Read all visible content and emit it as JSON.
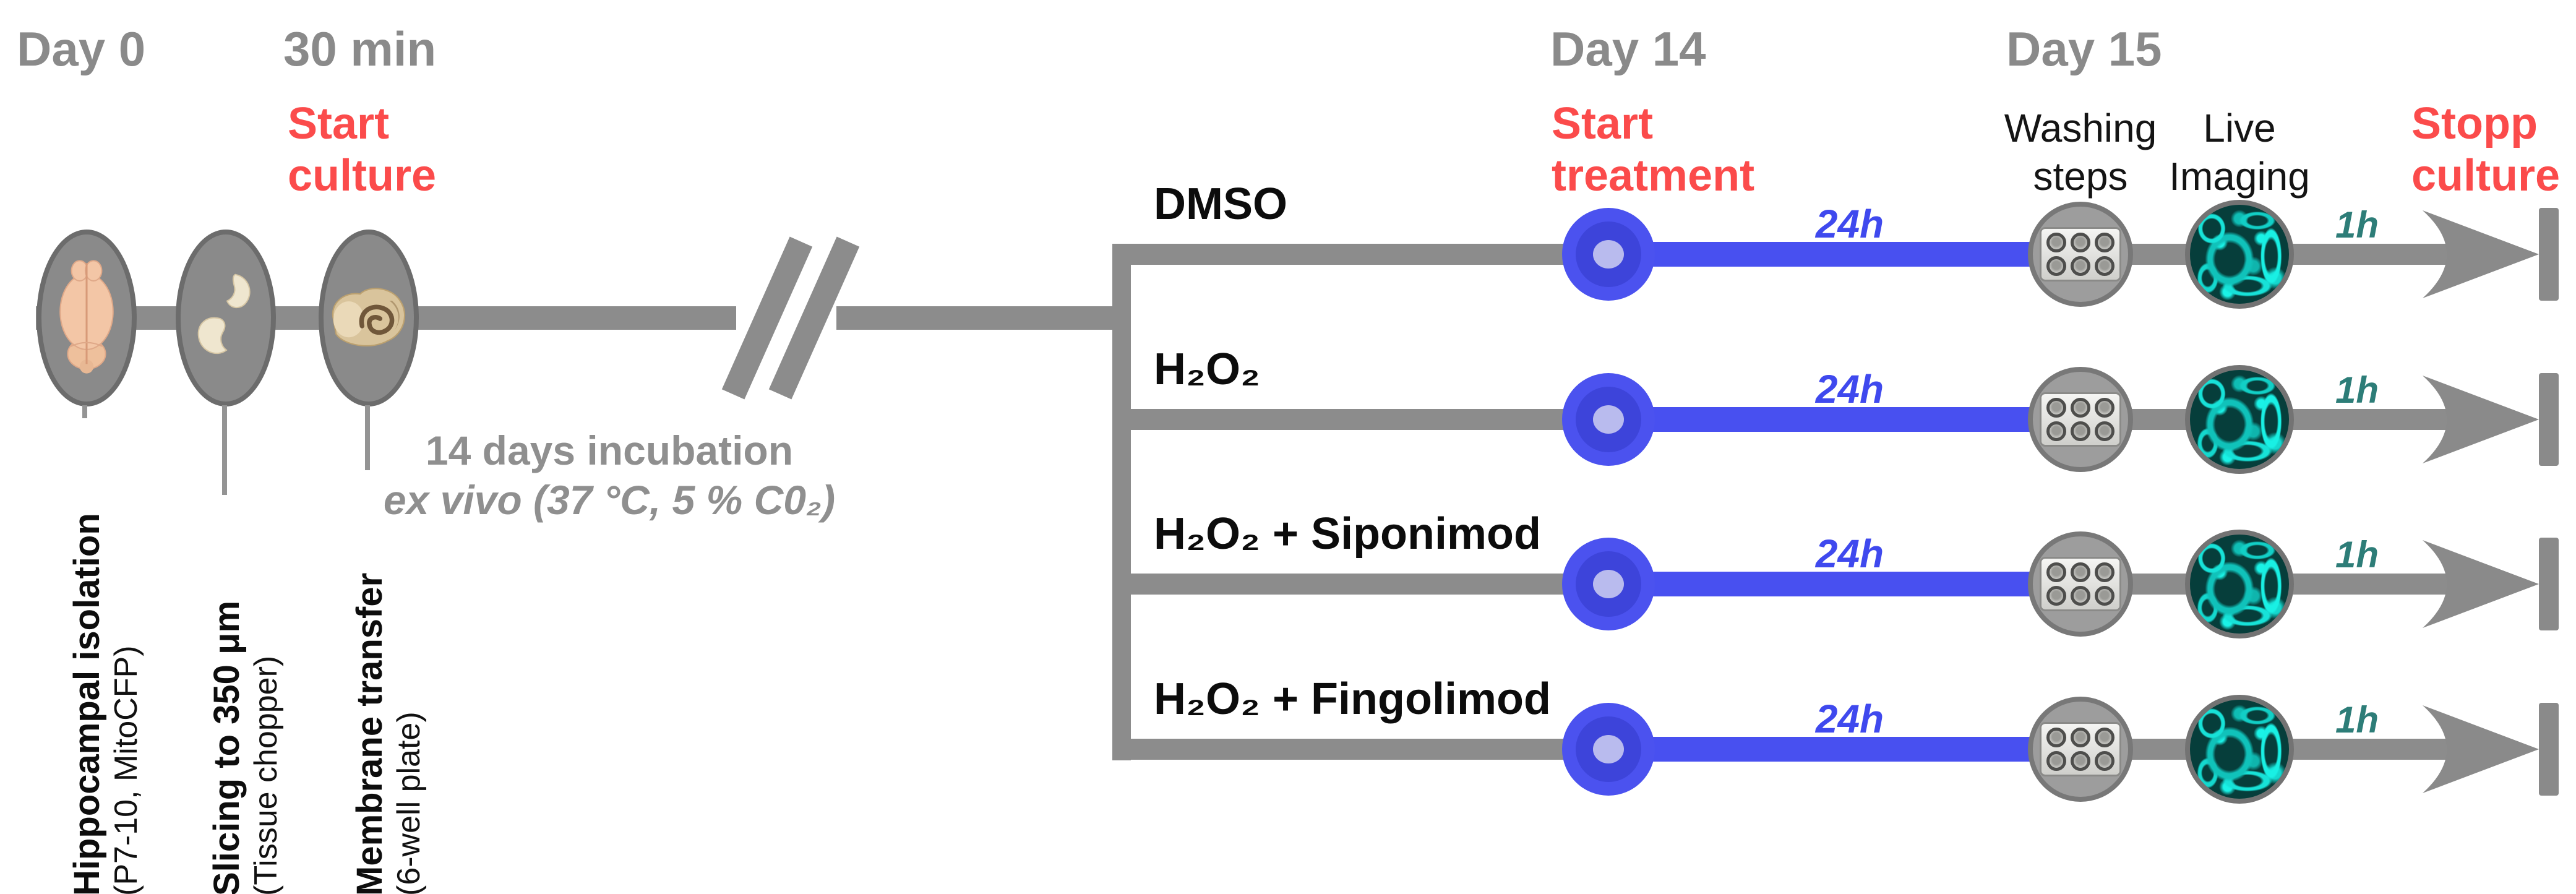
{
  "timeline": {
    "day0": "Day 0",
    "prep_duration": "30 min",
    "day14": "Day 14",
    "day15": "Day 15"
  },
  "milestones": {
    "start_culture": "Start\nculture",
    "start_treatment": "Start\ntreatment",
    "stopp_culture": "Stopp\nculture"
  },
  "day15_steps": {
    "washing": "Washing\nsteps",
    "imaging": "Live\nImaging"
  },
  "incubation": {
    "line1": "14 days incubation",
    "line2": "ex vivo (37 °C, 5 % C0₂)"
  },
  "prep_steps": [
    {
      "title": "Hippocampal isolation",
      "detail": "(P7-10, MitoCFP)"
    },
    {
      "title": "Slicing to 350 μm",
      "detail": "(Tissue chopper)"
    },
    {
      "title": "Membrane transfer",
      "detail": "(6-well plate)"
    }
  ],
  "treatments": [
    {
      "label": "DMSO",
      "treatment_duration": "24h",
      "imaging_delay": "1h"
    },
    {
      "label": "H₂O₂",
      "treatment_duration": "24h",
      "imaging_delay": "1h"
    },
    {
      "label": "H₂O₂ + Siponimod",
      "treatment_duration": "24h",
      "imaging_delay": "1h"
    },
    {
      "label": "H₂O₂ + Fingolimod",
      "treatment_duration": "24h",
      "imaging_delay": "1h"
    }
  ],
  "colors": {
    "accent_red": "#fb4b4b",
    "accent_blue": "#4850f0",
    "accent_teal": "#2d7d78",
    "line_gray": "#8c8c8c"
  }
}
